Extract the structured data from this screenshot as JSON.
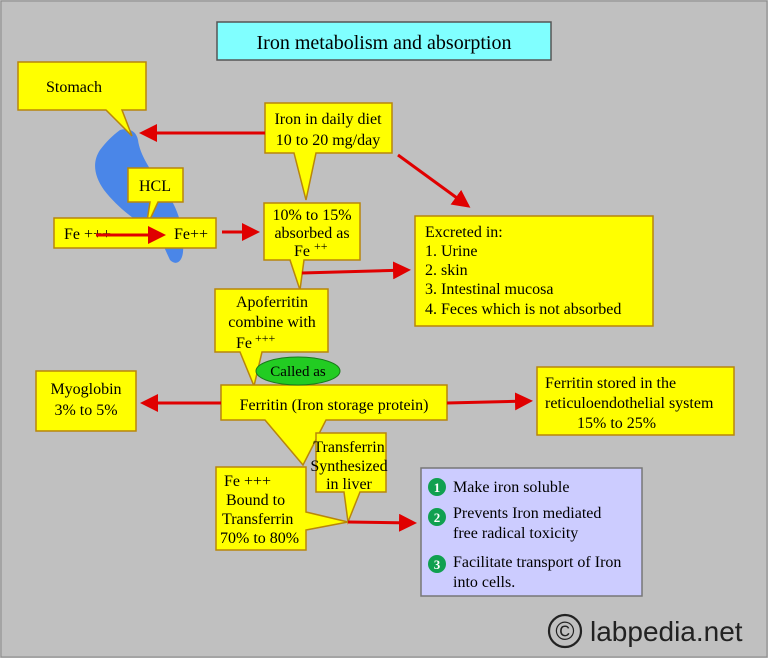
{
  "title": "Iron metabolism and absorption",
  "stomach_label": "Stomach",
  "hcl_label": "HCL",
  "fe3_label": "Fe +++",
  "fe2_label": "Fe++",
  "diet": {
    "line1": "Iron in daily diet",
    "line2": "10 to 20 mg/day"
  },
  "absorbed": {
    "line1": "10% to 15%",
    "line2": "absorbed as",
    "line3": "Fe",
    "sup": "++"
  },
  "excreted": {
    "heading": "Excreted in:",
    "items": [
      "1. Urine",
      "2. skin",
      "3. Intestinal mucosa",
      "4. Feces which is not absorbed"
    ]
  },
  "apoferritin": {
    "line1": "Apoferritin",
    "line2": "combine with",
    "line3": "Fe",
    "sup": "+++"
  },
  "called_as": "Called as",
  "ferritin": "Ferritin (Iron storage protein)",
  "myoglobin": {
    "line1": "Myoglobin",
    "line2": "3% to 5%"
  },
  "ferritin_stored": {
    "line1": "Ferritin stored in the",
    "line2": "reticuloendothelial system",
    "line3": "15% to 25%"
  },
  "transferrin_synth": {
    "line1": "Transferrin",
    "line2": "Synthesized",
    "line3": "in liver"
  },
  "bound": {
    "line1": "Fe +++",
    "line2": "Bound to",
    "line3": "Transferrin",
    "line4": "70% to 80%"
  },
  "functions": [
    {
      "num": "1",
      "lines": [
        "Make iron soluble"
      ]
    },
    {
      "num": "2",
      "lines": [
        "Prevents Iron  mediated",
        "free radical toxicity"
      ]
    },
    {
      "num": "3",
      "lines": [
        "Facilitate transport of Iron",
        "into cells."
      ]
    }
  ],
  "watermark": {
    "symbol": "©",
    "text": "labpedia.net"
  },
  "colors": {
    "background": "#c0c0c0",
    "box": "#ffff00",
    "border": "#b8860b",
    "arrow": "#e00000",
    "title_bg": "#80ffff",
    "functions_bg": "#ccccff",
    "badge": "#10a050",
    "oval": "#22cc22",
    "stomach": "#4a86e8"
  }
}
